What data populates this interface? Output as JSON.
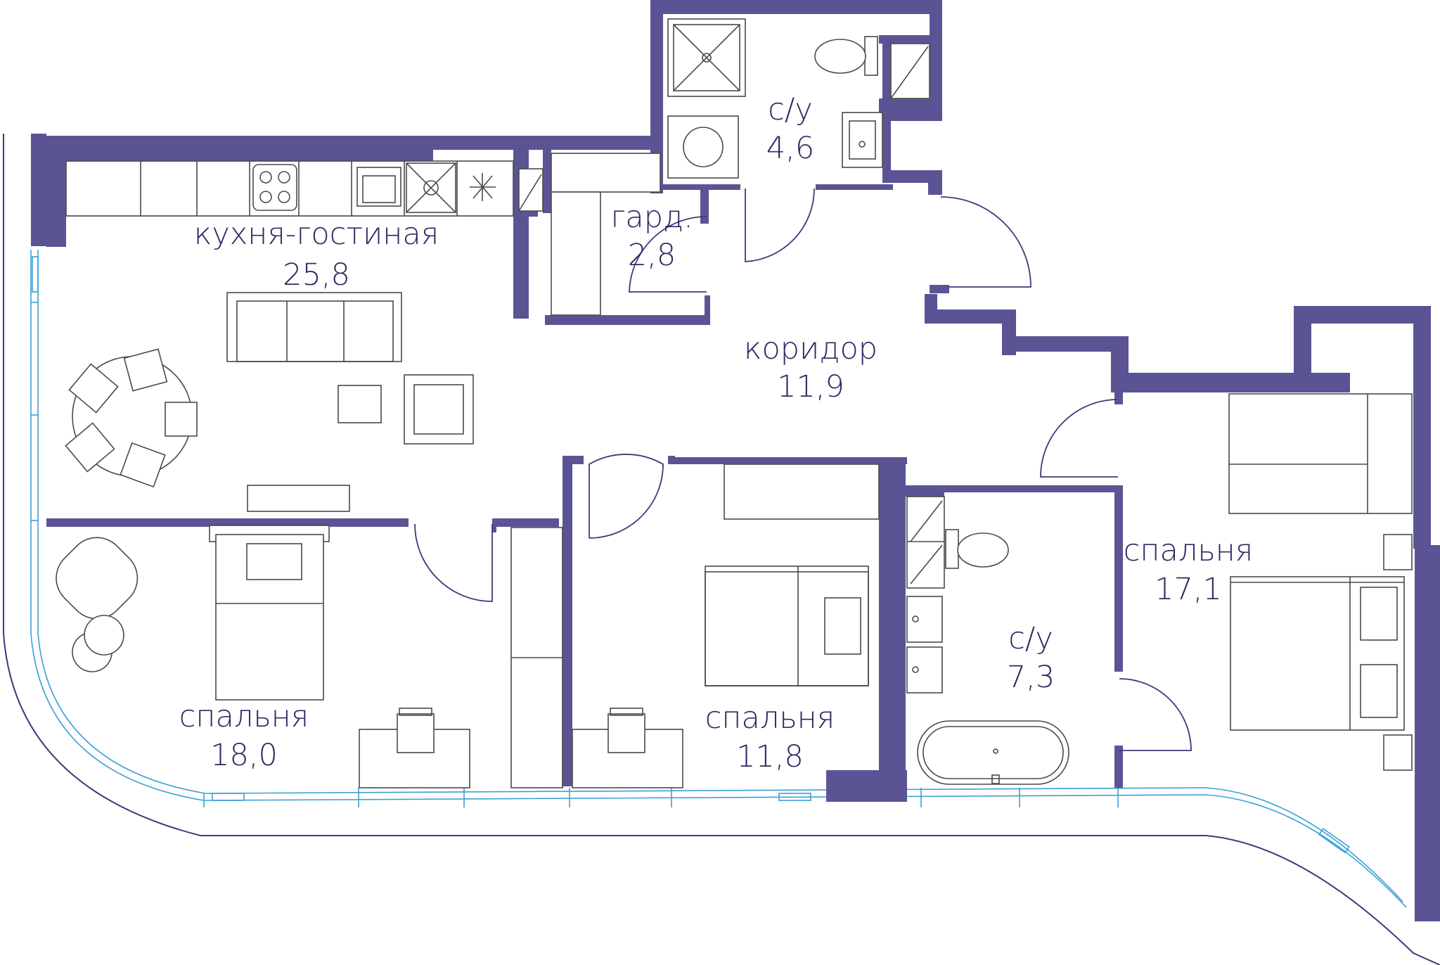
{
  "palette": {
    "wall": "#5b5494",
    "label": "#2e2a63",
    "glazing": "#3aa0d8",
    "furniture_line": "#4a4a4a"
  },
  "rooms": {
    "kitchen_living": {
      "name": "кухня-гостиная",
      "area": "25,8"
    },
    "bathroom_1": {
      "name": "с/у",
      "area": "4,6"
    },
    "wardrobe": {
      "name": "гард.",
      "area": "2,8"
    },
    "corridor": {
      "name": "коридор",
      "area": "11,9"
    },
    "bedroom_left": {
      "name": "спальня",
      "area": "18,0"
    },
    "bedroom_middle": {
      "name": "спальня",
      "area": "11,8"
    },
    "bathroom_2": {
      "name": "с/у",
      "area": "7,3"
    },
    "bedroom_right": {
      "name": "спальня",
      "area": "17,1"
    }
  }
}
